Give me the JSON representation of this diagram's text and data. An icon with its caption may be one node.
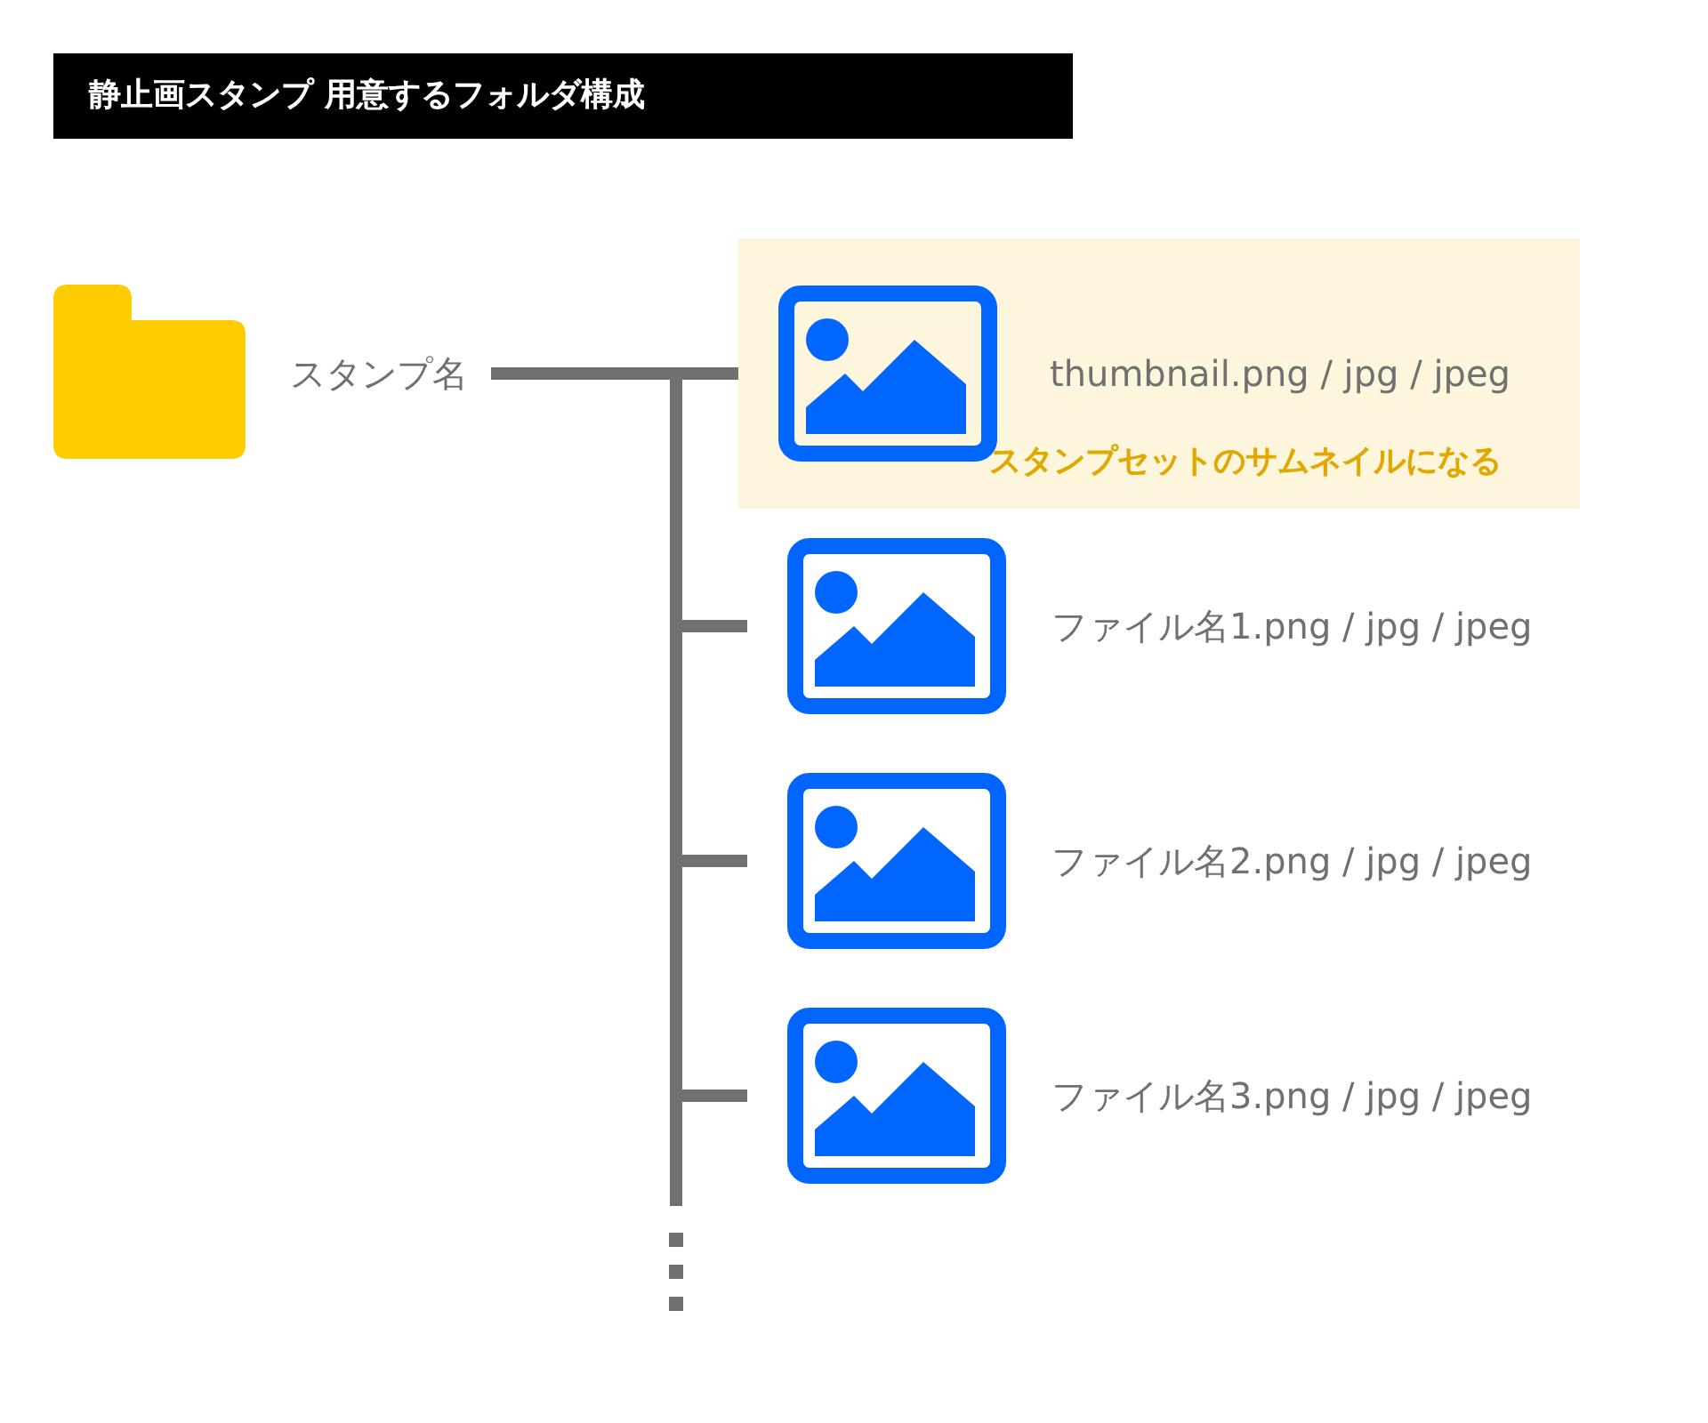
{
  "diagram": {
    "title": "静止画スタンプ 用意するフォルダ構成",
    "nodes": [
      {
        "text": [
          "スタンプ名"
        ]
      },
      {
        "text": [
          "thumbnail.png / jpg / jpeg",
          "スタンプセットのサムネイルになる"
        ]
      },
      {
        "text": [
          "ファイル名1.png / jpg / jpeg"
        ]
      },
      {
        "text": [
          "ファイル名2.png / jpg / jpeg"
        ]
      },
      {
        "text": [
          "ファイル名3.png / jpg / jpeg"
        ]
      }
    ],
    "edges": [
      {
        "from": 0,
        "to": 1,
        "arrow": "none"
      },
      {
        "from": 0,
        "to": 2,
        "arrow": "none"
      },
      {
        "from": 0,
        "to": 3,
        "arrow": "none"
      },
      {
        "from": 0,
        "to": 4,
        "arrow": "none"
      }
    ]
  }
}
